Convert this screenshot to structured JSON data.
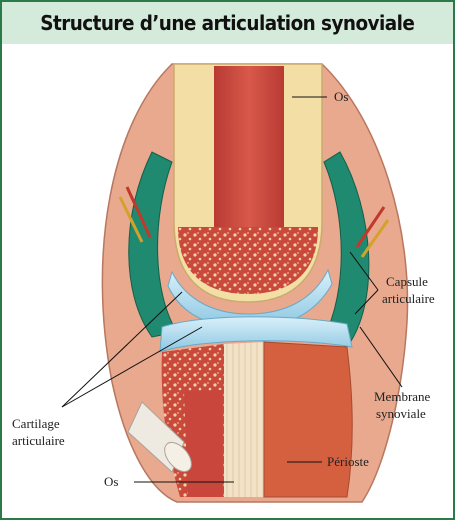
{
  "title": "Structure d’une articulation synoviale",
  "labels": {
    "os_top": "Os",
    "capsule": [
      "Capsule",
      "articulaire"
    ],
    "membrane": [
      "Membrane",
      "synoviale"
    ],
    "cartilage": [
      "Cartilage",
      "articulaire"
    ],
    "perioste": "Périoste",
    "os_bottom": "Os"
  },
  "colors": {
    "frame": "#2a7a4a",
    "title_bg": "#d4eadb",
    "bone_marrow": "#c8463c",
    "bone_shell": "#f3dfa6",
    "cartilage": "#a9d8ec",
    "synovial_cavity": "#1f8a6f",
    "capsule": "#d98b6e"
  }
}
